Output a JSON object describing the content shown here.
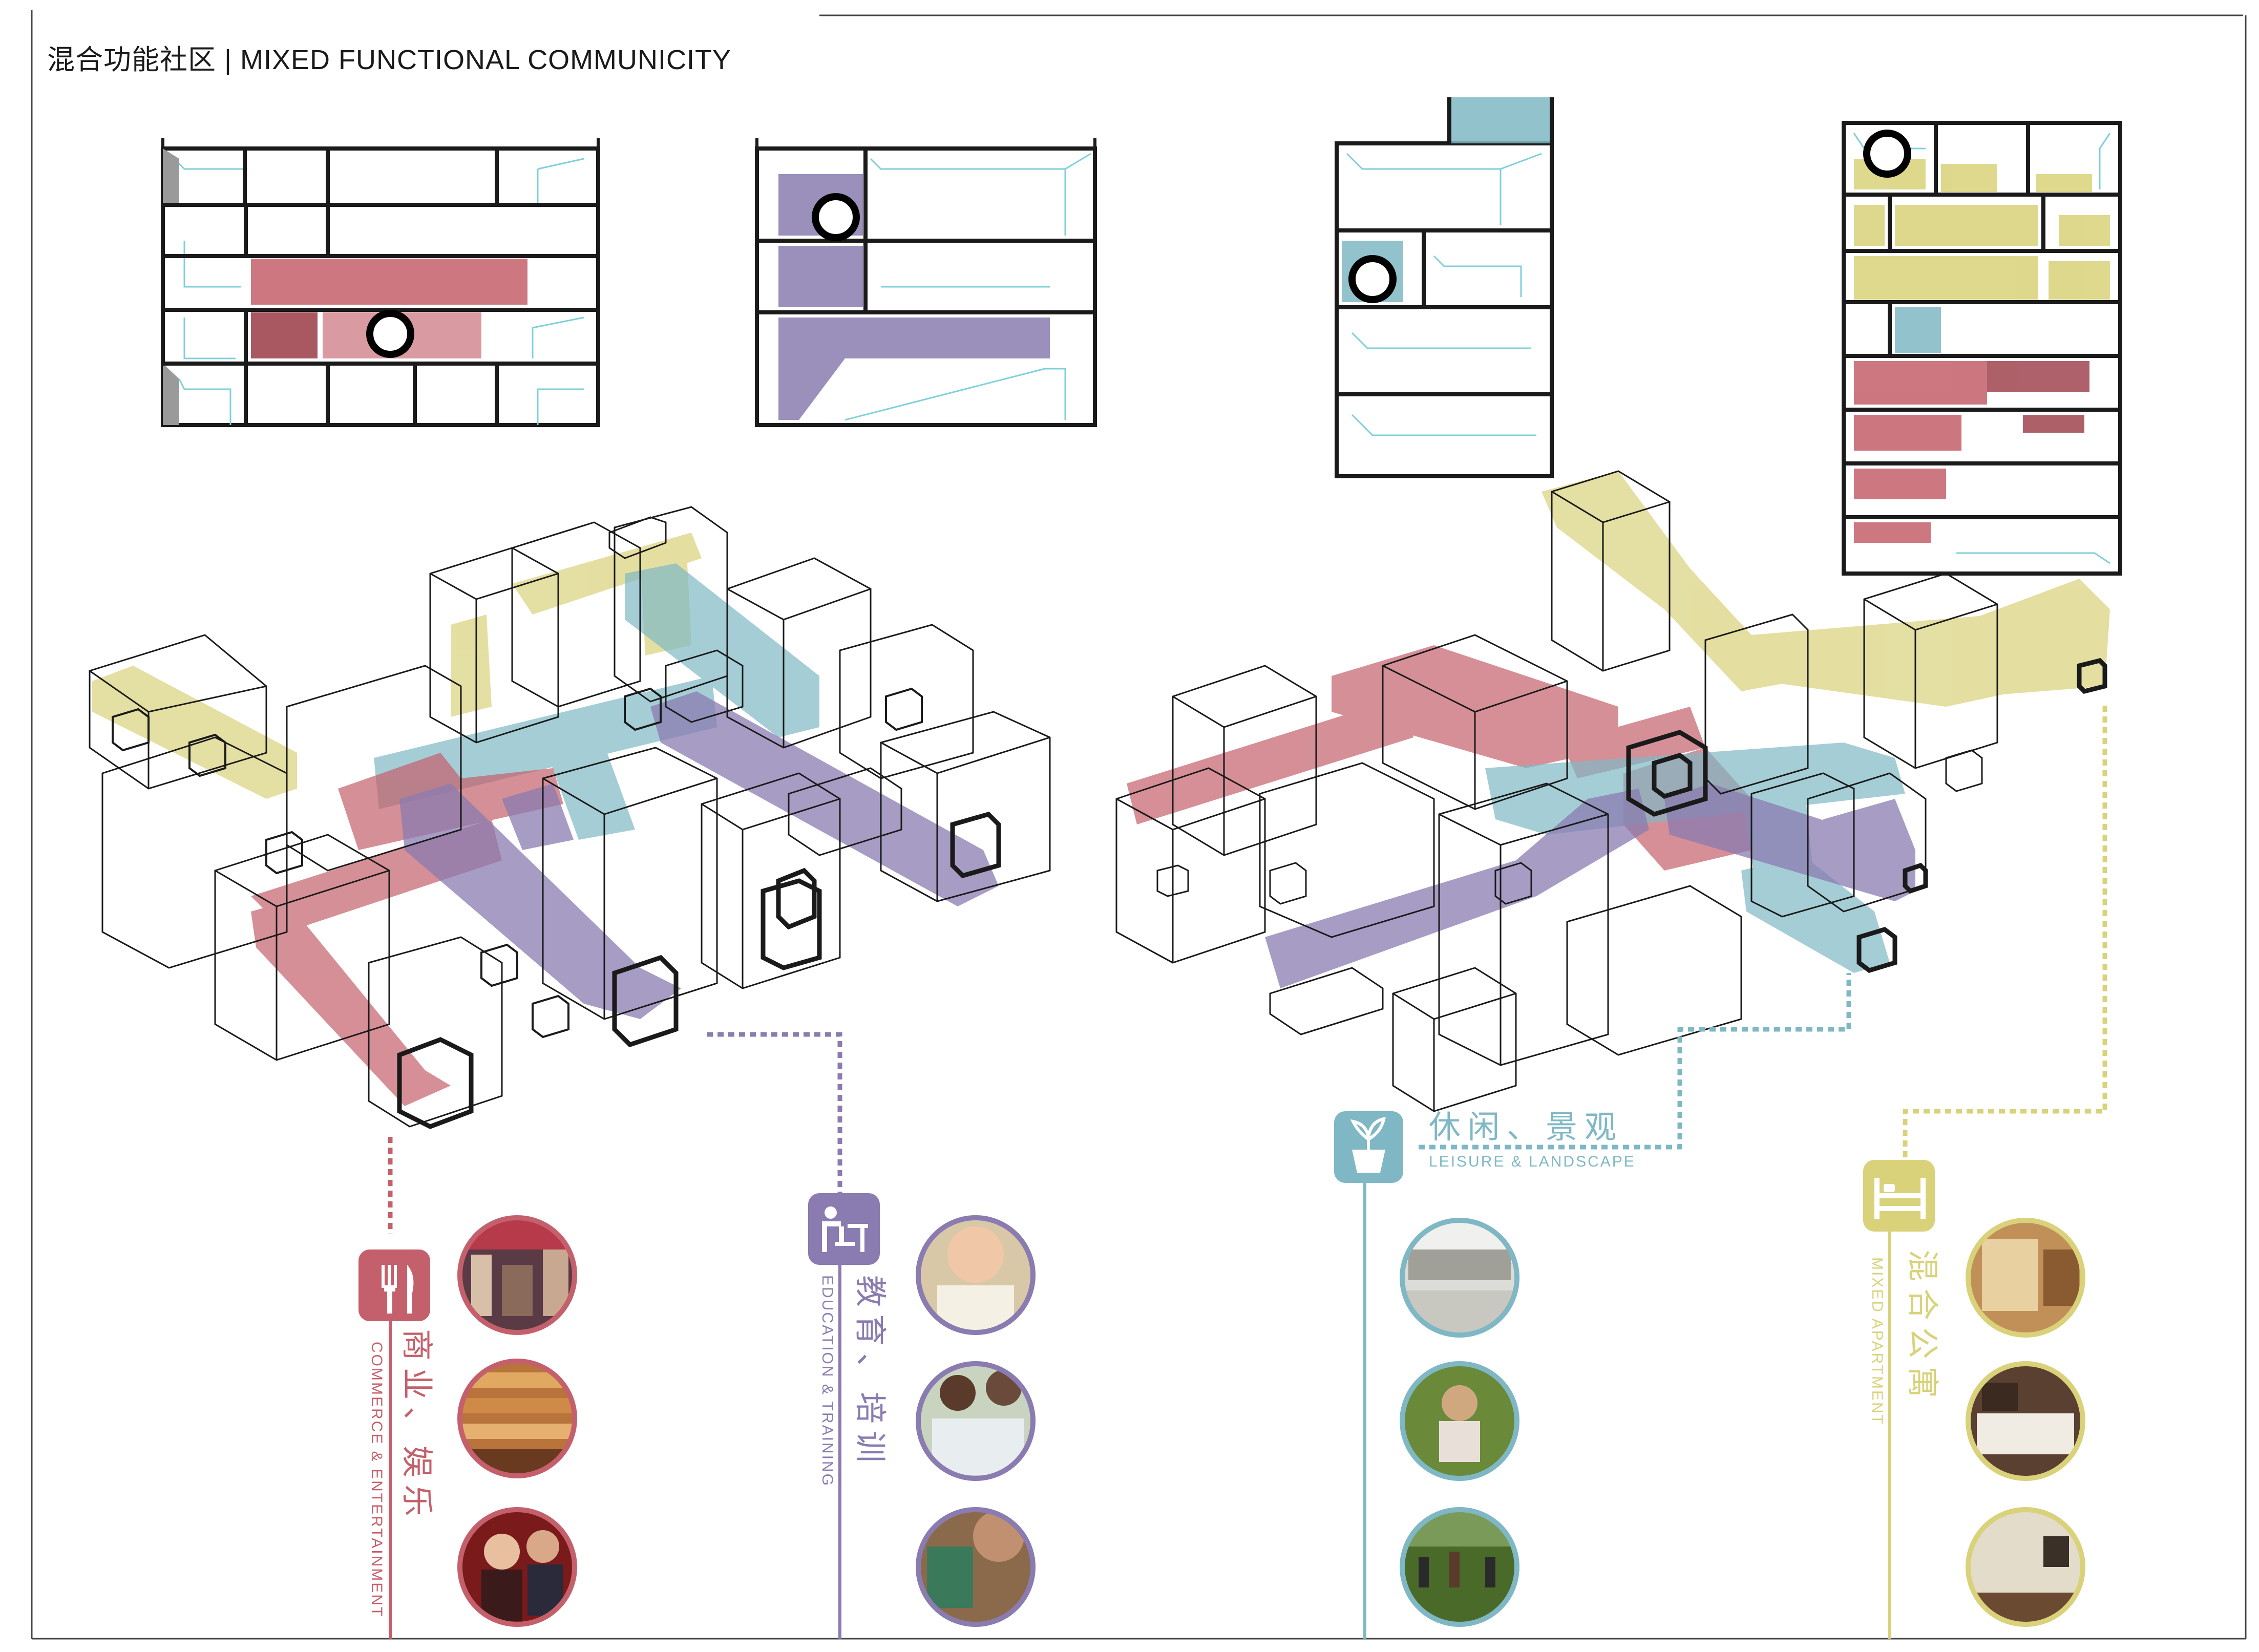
{
  "title": "混合功能社区 | MIXED FUNCTIONAL COMMUNICITY",
  "colors": {
    "commerce": "#c4606b",
    "education": "#8a7bb0",
    "leisure": "#7fb8c4",
    "apartment": "#d9d27a",
    "line": "#1a1a1a"
  },
  "categories": [
    {
      "id": "commerce",
      "label_cn": "商业、娱乐",
      "label_en": "COMMERCE & ENTERTAINMENT",
      "icon": "fork-knife-icon",
      "color": "#c4606b",
      "photos": [
        "mall-photo",
        "bakery-photo",
        "cinema-photo"
      ]
    },
    {
      "id": "education",
      "label_cn": "教育、培训",
      "label_en": "EDUCATION & TRAINING",
      "icon": "student-desk-icon",
      "color": "#8a7bb0",
      "photos": [
        "child-reading-photo",
        "kids-drawing-photo",
        "elder-craft-photo"
      ]
    },
    {
      "id": "leisure",
      "label_cn": "休闲、景观",
      "label_en": "LEISURE & LANDSCAPE",
      "icon": "plant-pot-icon",
      "color": "#7fb8c4",
      "photos": [
        "plaza-photo",
        "lawn-girl-photo",
        "park-crowd-photo"
      ]
    },
    {
      "id": "apartment",
      "label_cn": "混合公寓",
      "label_en": "MIXED APARTMENT",
      "icon": "bed-icon",
      "color": "#d9d27a",
      "photos": [
        "hotel-room-photo",
        "bedroom-photo",
        "interior-wall-photo"
      ]
    }
  ]
}
